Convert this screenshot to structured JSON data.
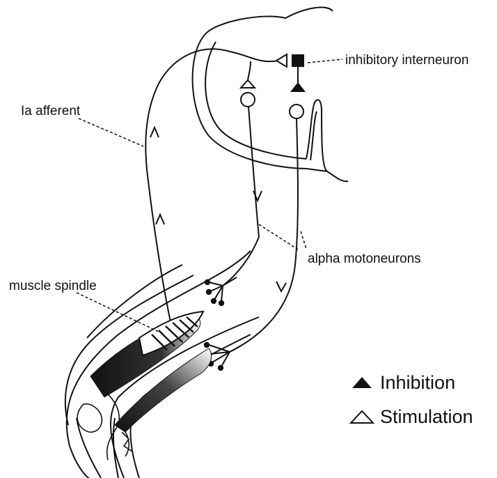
{
  "labels": {
    "inhibitory_interneuron": "inhibitory interneuron",
    "ia_afferent": "Ia afferent",
    "alpha_motoneurons": "alpha motoneurons",
    "muscle_spindle": "muscle spindle"
  },
  "legend": {
    "inhibition": "Inhibition",
    "stimulation": "Stimulation"
  },
  "colors": {
    "ink": "#111111",
    "background": "#ffffff"
  }
}
